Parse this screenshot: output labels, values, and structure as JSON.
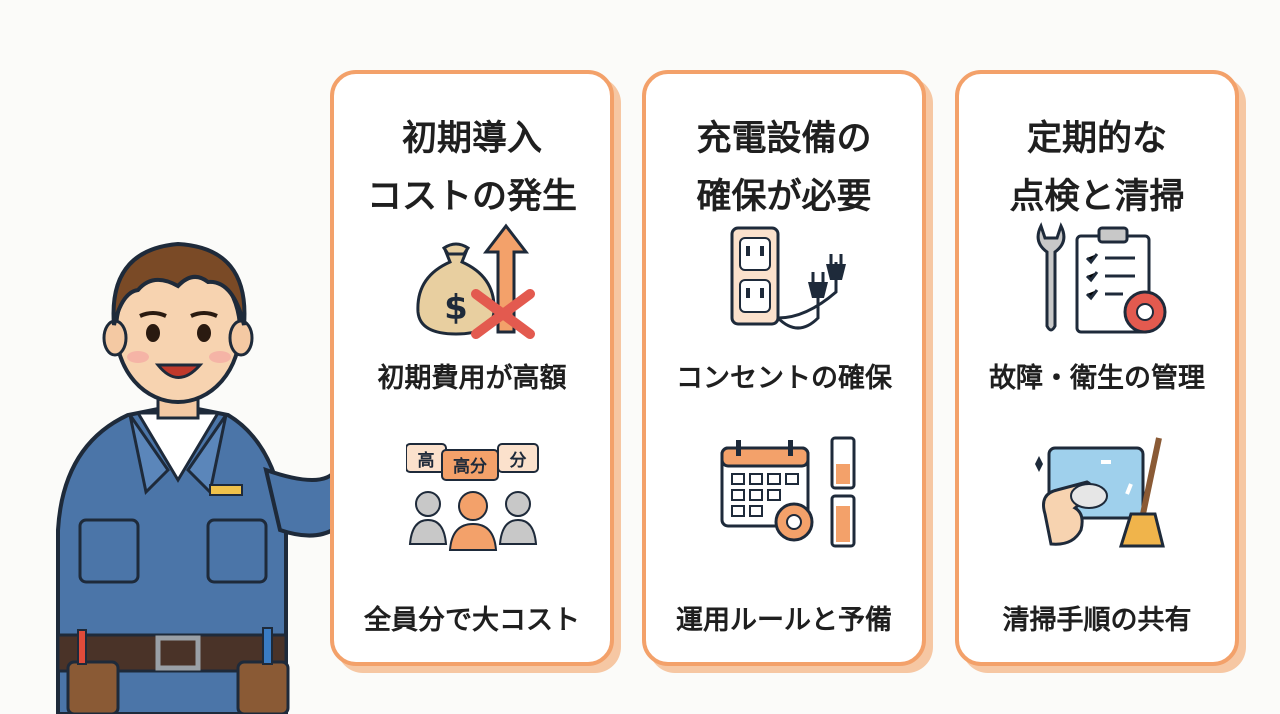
{
  "cards": [
    {
      "title": "初期導入\nコストの発生",
      "items": [
        {
          "label": "初期費用が高額",
          "icon": "money-bag-up-arrow-x-icon"
        },
        {
          "label": "全員分で大コスト",
          "icon": "people-speech-bubbles-icon",
          "bubbles": [
            "高",
            "高分",
            "分"
          ]
        }
      ]
    },
    {
      "title": "充電設備の\n確保が必要",
      "items": [
        {
          "label": "コンセントの確保",
          "icon": "outlet-plug-icon"
        },
        {
          "label": "運用ルールと予備",
          "icon": "calendar-gear-battery-icon"
        }
      ]
    },
    {
      "title": "定期的な\n点検と清掃",
      "items": [
        {
          "label": "故障・衛生の管理",
          "icon": "wrench-clipboard-gear-icon"
        },
        {
          "label": "清掃手順の共有",
          "icon": "hand-cleaning-screen-broom-icon"
        }
      ]
    }
  ],
  "colors": {
    "accent": "#f3a16a",
    "shadow": "#f6c7a3",
    "uniform": "#4b75a8",
    "cross": "#e35a4f"
  }
}
